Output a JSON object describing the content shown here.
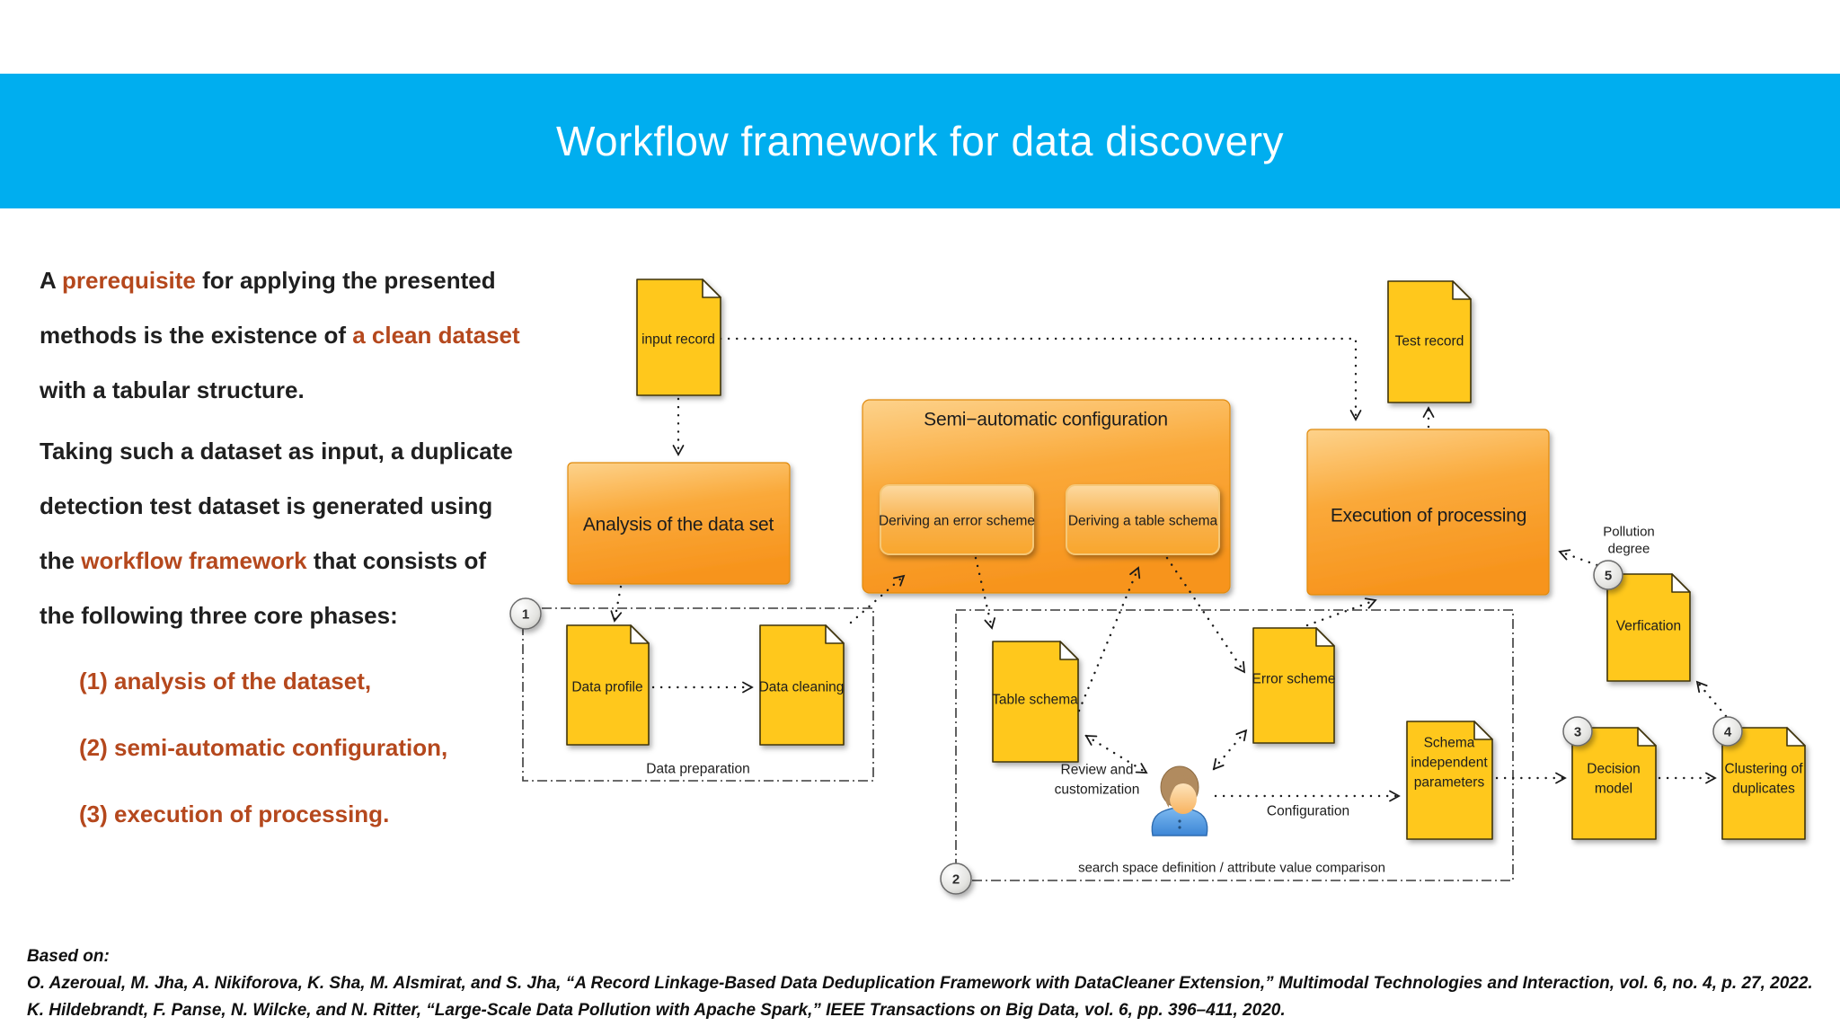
{
  "banner": {
    "title": "Workflow framework for data discovery"
  },
  "intro": {
    "p1": [
      [
        {
          "t": "A ",
          "a": 0
        },
        {
          "t": "prerequisite",
          "a": 1
        },
        {
          "t": " for applying the presented",
          "a": 0
        }
      ],
      [
        {
          "t": "methods is the existence of ",
          "a": 0
        },
        {
          "t": "a clean dataset",
          "a": 1
        }
      ],
      [
        {
          "t": "with a tabular structure.",
          "a": 0
        }
      ]
    ],
    "p2": [
      [
        {
          "t": "Taking such a dataset as input, a duplicate",
          "a": 0
        }
      ],
      [
        {
          "t": "detection test dataset is generated using",
          "a": 0
        }
      ],
      [
        {
          "t": "the ",
          "a": 0
        },
        {
          "t": "workflow framework",
          "a": 1
        },
        {
          "t": " that consists of",
          "a": 0
        }
      ],
      [
        {
          "t": "the following three core phases:",
          "a": 0
        }
      ]
    ],
    "phases": [
      "(1) analysis of the dataset,",
      "(2) semi-automatic configuration,",
      "(3) execution of processing."
    ]
  },
  "diagram": {
    "documents": {
      "input_record": "input record",
      "test_record": "Test record",
      "data_profile": "Data profile",
      "data_cleaning": "Data cleaning",
      "table_schema": "Table schema",
      "error_scheme": "Error scheme",
      "verification": "Verfication",
      "schema_params": {
        "l1": "Schema",
        "l2": "independent",
        "l3": "parameters"
      },
      "decision_model": {
        "l1": "Decision",
        "l2": "model"
      },
      "clustering": {
        "l1": "Clustering of",
        "l2": "duplicates"
      }
    },
    "boxes": {
      "analysis": "Analysis of the data set",
      "semi_config": "Semi−automatic configuration",
      "deriving_error": "Deriving an error scheme",
      "deriving_table": "Deriving a table schema",
      "execution": "Execution of processing"
    },
    "labels": {
      "data_preparation": "Data preparation",
      "review": {
        "l1": "Review and",
        "l2": "customization"
      },
      "configuration": "Configuration",
      "search_space": "search space definition / attribute value comparison",
      "pollution": {
        "l1": "Pollution",
        "l2": "degree"
      }
    },
    "badges": {
      "b1": "1",
      "b2": "2",
      "b3": "3",
      "b4": "4",
      "b5": "5"
    }
  },
  "footer": {
    "based_on": "Based on:",
    "ref1": "O. Azeroual, M. Jha, A. Nikiforova, K. Sha, M. Alsmirat, and S. Jha, “A Record Linkage-Based Data Deduplication Framework with DataCleaner Extension,” Multimodal Technologies and Interaction, vol. 6, no. 4, p. 27, 2022.",
    "ref2": "K. Hildebrandt, F. Panse, N. Wilcke, and N. Ritter, “Large-Scale Data Pollution with Apache Spark,” IEEE Transactions on Big Data, vol. 6, pp. 396–411, 2020."
  },
  "colors": {
    "banner_bg": "#00AEEF",
    "accent_text": "#b5481d",
    "body_text": "#1f1f1f",
    "doc_fill": "#ffc81e",
    "doc_border": "#3f3408",
    "box_orange_top": "#fdd28b",
    "box_orange_bottom": "#f7941d",
    "badge_fill": "#d8d8d4",
    "shirt_blue": "#4a90dc",
    "connector": "#1a1a1a"
  }
}
